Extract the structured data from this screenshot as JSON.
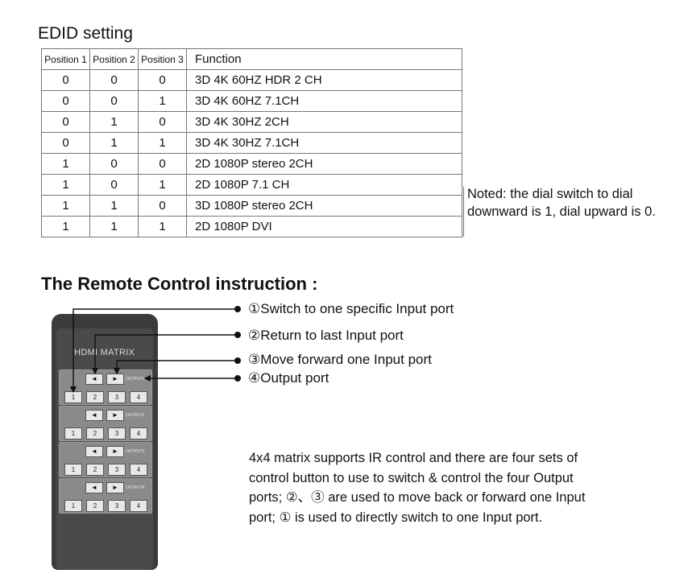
{
  "edid": {
    "title": "EDID setting",
    "headers": [
      "Position 1",
      "Position 2",
      "Position 3",
      "Function"
    ],
    "rows": [
      [
        "0",
        "0",
        "0",
        "3D 4K 60HZ HDR 2 CH"
      ],
      [
        "0",
        "0",
        "1",
        "3D 4K 60HZ 7.1CH"
      ],
      [
        "0",
        "1",
        "0",
        "3D 4K 30HZ 2CH"
      ],
      [
        "0",
        "1",
        "1",
        "3D 4K 30HZ 7.1CH"
      ],
      [
        "1",
        "0",
        "0",
        "2D 1080P stereo 2CH"
      ],
      [
        "1",
        "0",
        "1",
        "2D 1080P 7.1 CH"
      ],
      [
        "1",
        "1",
        "0",
        "3D 1080P stereo 2CH"
      ],
      [
        "1",
        "1",
        "1",
        "2D 1080P DVI"
      ]
    ],
    "note": "Noted: the dial switch to dial downward is 1, dial upward is 0."
  },
  "remote": {
    "title": "The Remote Control instruction :",
    "device_label": "HDMI MATRIX",
    "callouts": [
      "①Switch to one specific Input port",
      "②Return to last Input port",
      "③Move forward one Input port",
      "④Output port"
    ],
    "panels": [
      {
        "output": "OUTPUT1",
        "keys": [
          "1",
          "2",
          "3",
          "4"
        ]
      },
      {
        "output": "OUTPUT2",
        "keys": [
          "1",
          "2",
          "3",
          "4"
        ]
      },
      {
        "output": "OUTPUT3",
        "keys": [
          "1",
          "2",
          "3",
          "4"
        ]
      },
      {
        "output": "OUTPUT4",
        "keys": [
          "1",
          "2",
          "3",
          "4"
        ]
      }
    ],
    "arrow_left": "◄",
    "arrow_right": "►",
    "description": "4x4 matrix supports IR control and there are four sets of control button to use to switch & control the four Output ports; ②、③ are used to move back or forward one Input port; ① is used to directly switch to one Input port."
  }
}
